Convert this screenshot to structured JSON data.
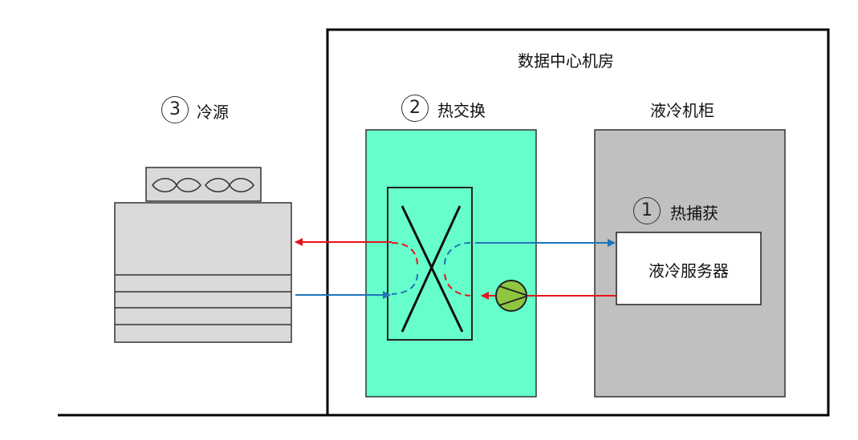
{
  "room_title": "数据中心机房",
  "cold_source": {
    "number": "3",
    "label": "冷源"
  },
  "heat_exchange": {
    "number": "2",
    "label": "热交换"
  },
  "cabinet": {
    "title": "液冷机柜"
  },
  "heat_capture": {
    "number": "1",
    "label": "热捕获"
  },
  "server": {
    "label": "液冷服务器"
  },
  "colors": {
    "hot": "#e8131b",
    "cold": "#1f74b6",
    "heat_exchanger_fill": "#66ffcc",
    "cabinet_fill": "#c0c0c0",
    "pump_fill": "#8dc63f",
    "chiller_fill": "#d9d9d9"
  }
}
